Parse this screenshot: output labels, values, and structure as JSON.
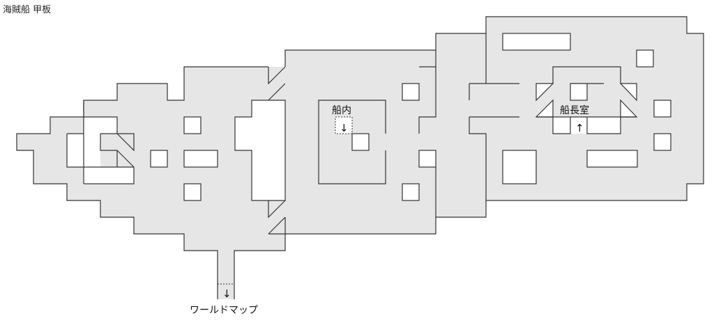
{
  "title": "海賊船 甲板",
  "map": {
    "floor_color": "#e6e6e6",
    "wall_color": "#333333",
    "labels": {
      "inner_ship": "船内",
      "captain_room": "船長室",
      "world_map": "ワールドマップ"
    },
    "exits": {
      "inner_ship_arrow": "↓",
      "captain_room_arrow": "↑",
      "world_map_arrow": "↓"
    }
  }
}
